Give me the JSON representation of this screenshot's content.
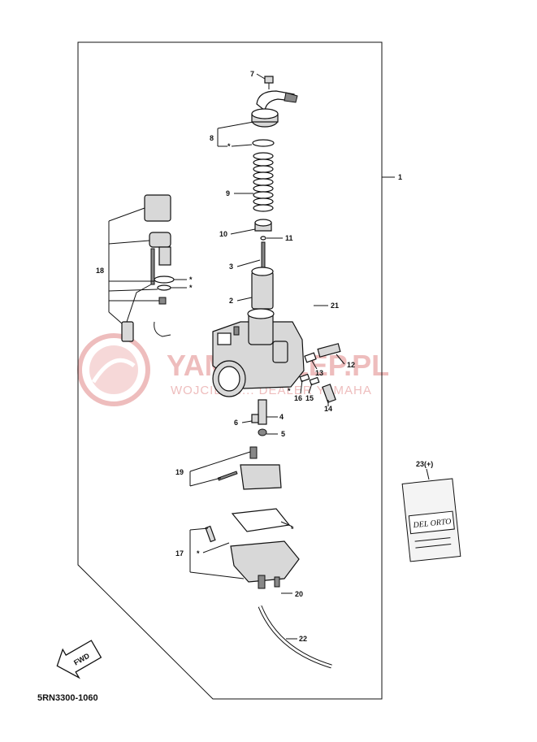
{
  "diagram_code": "5RN3300-1060",
  "fwd_label": "FWD",
  "watermark": {
    "main": "YAMASKLEP.PL",
    "sub": "WOJCIECH... DEALER YAMAHA"
  },
  "kit_label": "23(+)",
  "kit_brand": "DEL ORTO",
  "asterisk": "*",
  "part_labels": {
    "p1": "1",
    "p2": "2",
    "p3": "3",
    "p4": "4",
    "p5": "5",
    "p6": "6",
    "p7": "7",
    "p8": "8",
    "p9": "9",
    "p10": "10",
    "p11": "11",
    "p12": "12",
    "p13": "13",
    "p14": "14",
    "p15": "15",
    "p16": "16",
    "p17": "17",
    "p18": "18",
    "p19": "19",
    "p20": "20",
    "p21": "21",
    "p22": "22"
  },
  "colors": {
    "line": "#111111",
    "watermark": "#e9a8a8",
    "part_fill": "#d8d8d8"
  }
}
